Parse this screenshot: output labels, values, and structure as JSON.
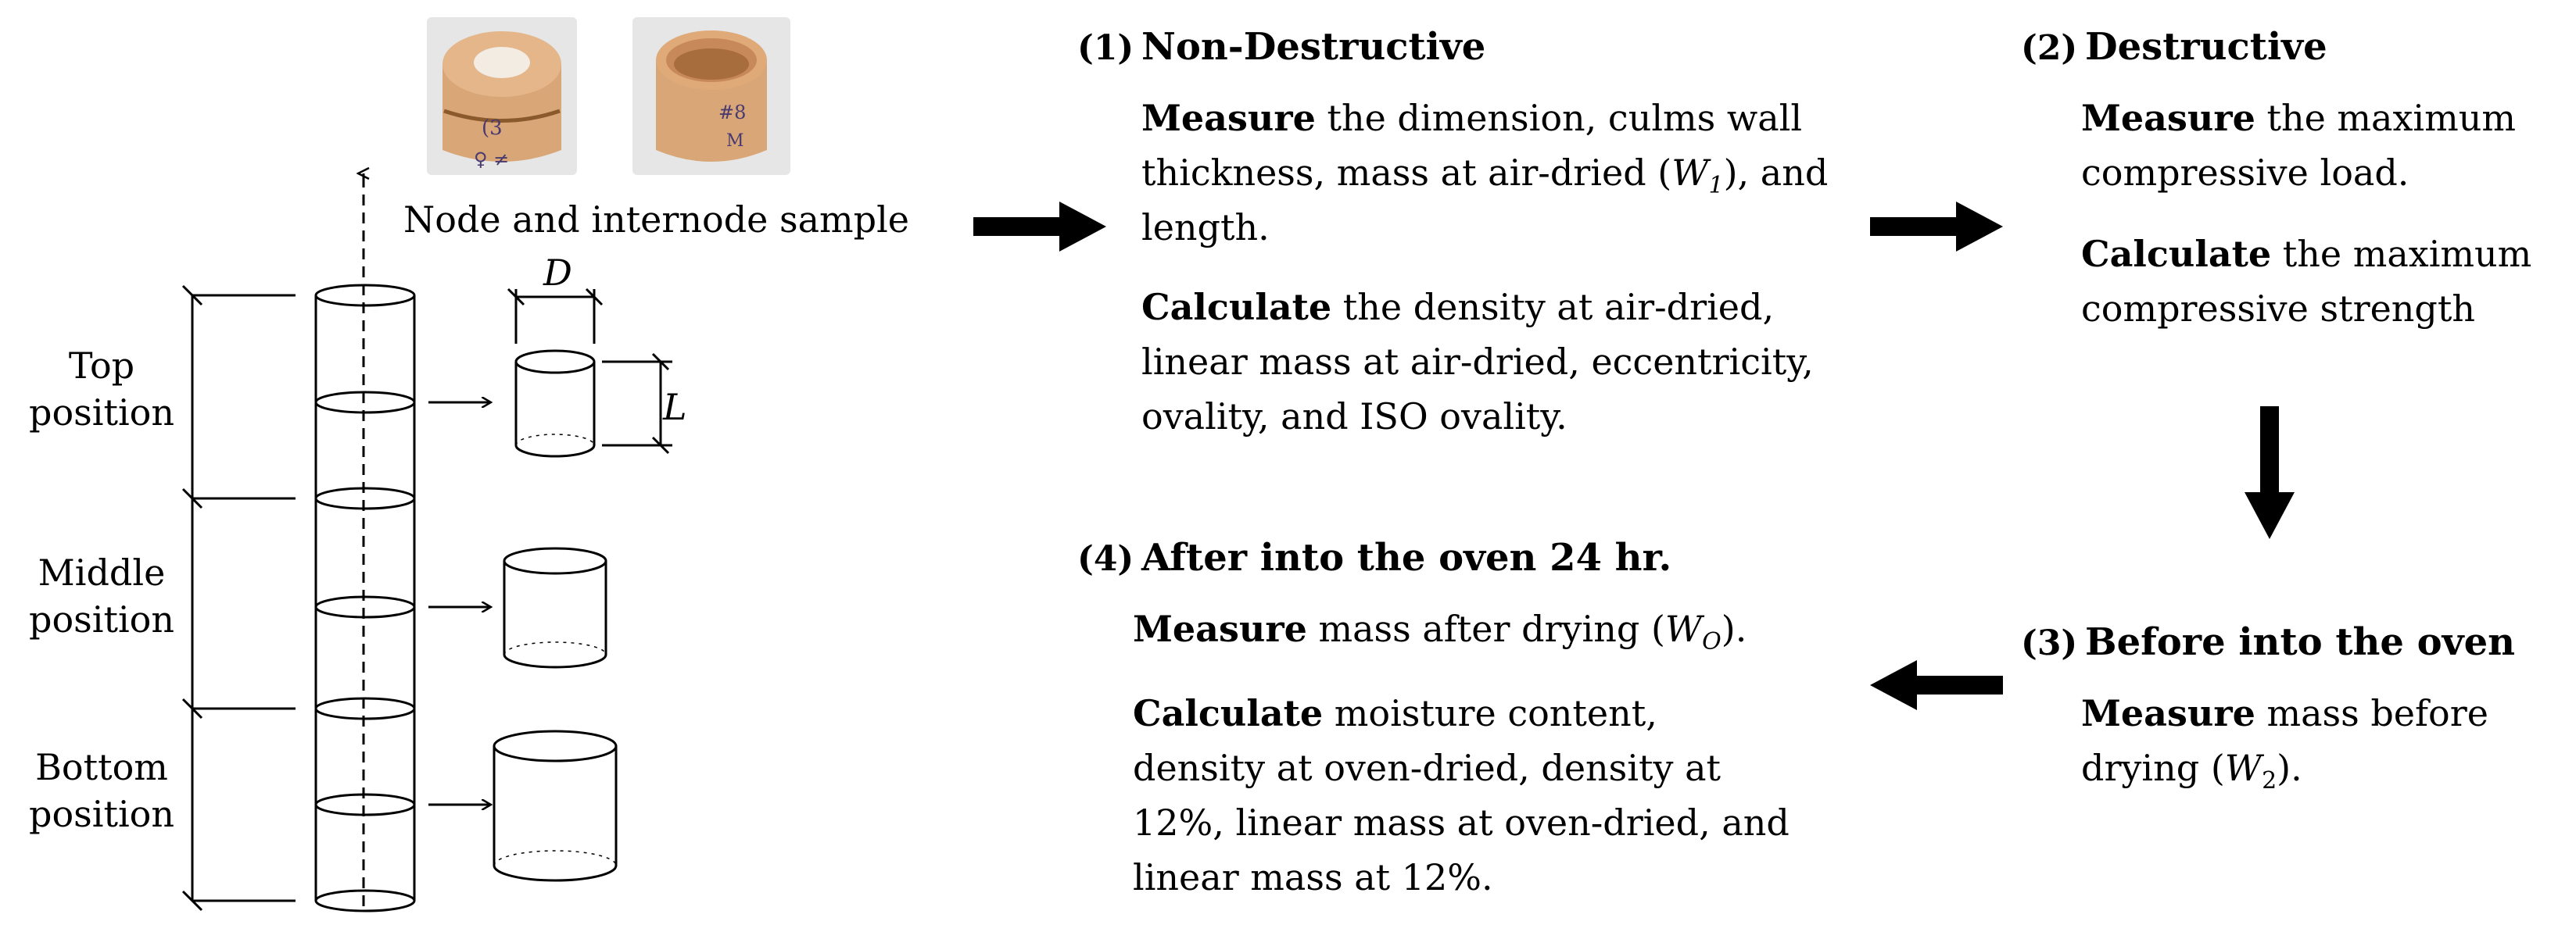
{
  "photos": {
    "node_sample": {
      "description_icon": "bamboo-node-ring-photo"
    },
    "internode_sample": {
      "description_icon": "bamboo-internode-ring-photo"
    },
    "caption": "Node and internode sample"
  },
  "culm": {
    "positions": [
      {
        "line1": "Top",
        "line2": "position"
      },
      {
        "line1": "Middle",
        "line2": "position"
      },
      {
        "line1": "Bottom",
        "line2": "position"
      }
    ],
    "dim_diameter": "D",
    "dim_length": "L"
  },
  "steps": {
    "s1": {
      "num": "(1)",
      "title": "Non-Destructive",
      "p1": {
        "bold": "Measure",
        "text_a": " the dimension, culms wall thickness, mass at air-dried (",
        "var": "W",
        "sub": "1",
        "text_b": "), and length."
      },
      "p2": {
        "bold": "Calculate",
        "text": " the density at air-dried, linear mass at air-dried, eccentricity, ovality, and ISO ovality."
      }
    },
    "s2": {
      "num": "(2)",
      "title": "Destructive",
      "p1": {
        "bold": "Measure",
        "text": " the maximum compressive load."
      },
      "p2": {
        "bold": "Calculate",
        "text": " the maximum compressive strength"
      }
    },
    "s3": {
      "num": "(3)",
      "title": "Before into the oven",
      "p1": {
        "bold": "Measure",
        "text_a": " mass before drying (",
        "var": "W",
        "sub": "2",
        "text_b": ")."
      }
    },
    "s4": {
      "num": "(4)",
      "title": "After into the oven 24 hr.",
      "p1": {
        "bold": "Measure",
        "text_a": " mass after drying (",
        "var": "W",
        "sub": "O",
        "text_b": ")."
      },
      "p2": {
        "bold": "Calculate",
        "text": " moisture content, density at oven-dried, density at 12%, linear mass at oven-dried, and linear mass at 12%."
      }
    }
  },
  "colors": {
    "ink": "#000000",
    "bamboo": "#d9a777",
    "bamboo_dark": "#b8834f"
  }
}
